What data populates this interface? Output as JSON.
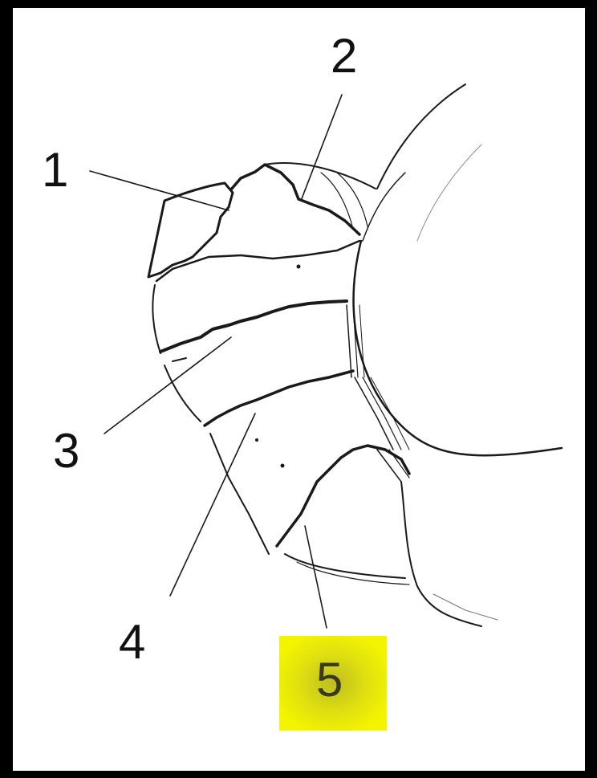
{
  "labels": {
    "one": "1",
    "two": "2",
    "three": "3",
    "four": "4",
    "five": "5"
  },
  "colors": {
    "background": "#000000",
    "panel": "#ffffff",
    "ink": "#111111",
    "highlight": "#f4f400"
  }
}
